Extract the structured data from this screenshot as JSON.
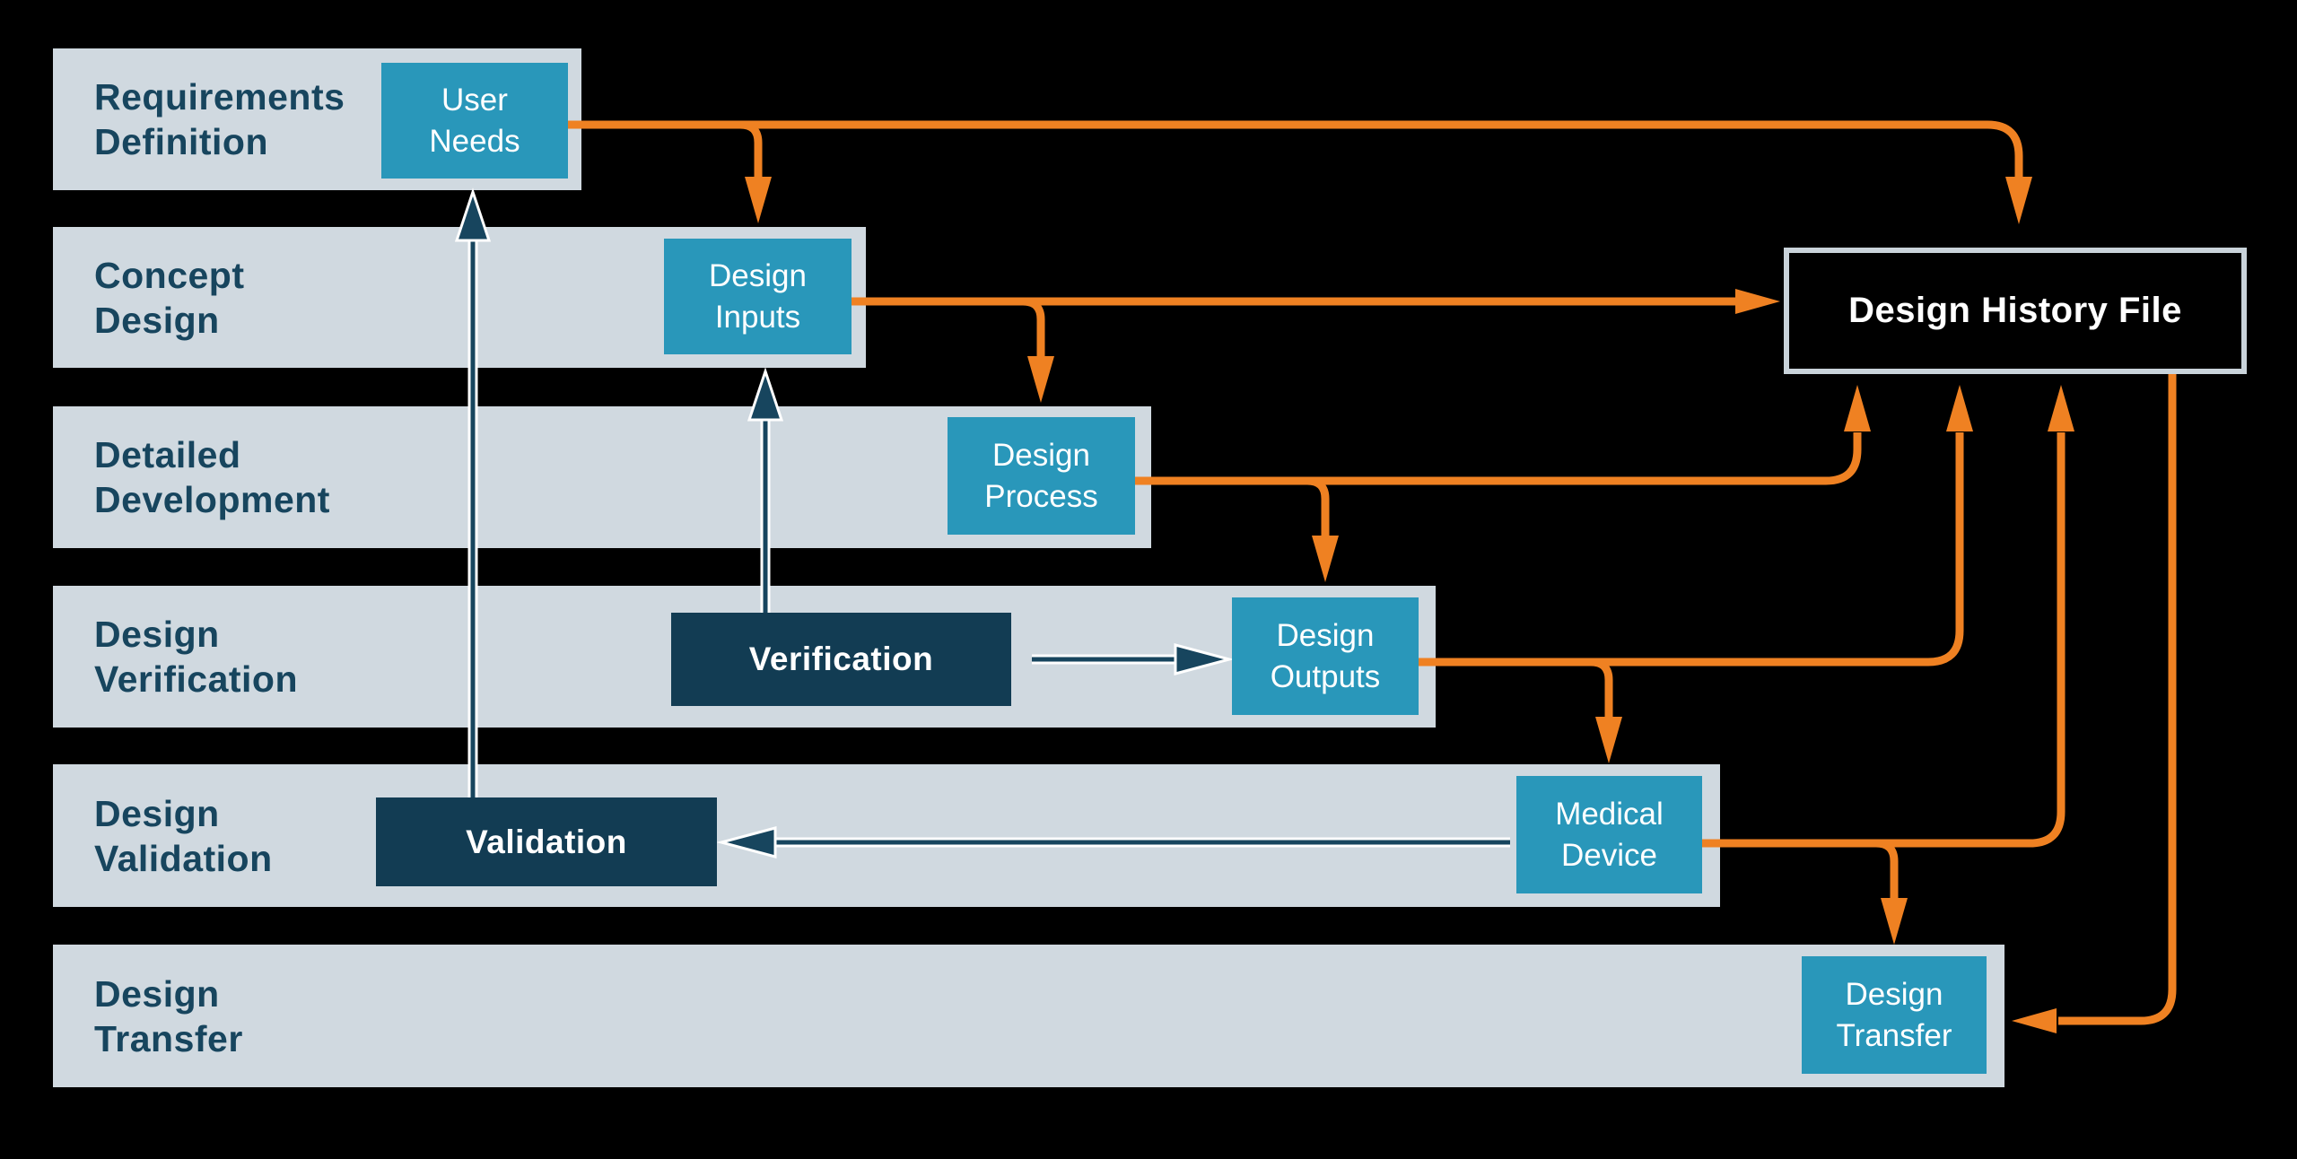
{
  "colors": {
    "background": "#000000",
    "row_bar": "#D0D9E0",
    "stage_box": "#2997BA",
    "process_box": "#123C53",
    "label_text": "#17455E",
    "arrow_orange": "#EF8122",
    "arrow_navy": "#17455E",
    "dhf_border": "#C9D3DA",
    "dhf_background": "#000000",
    "box_text": "#FFFFFF"
  },
  "rows": [
    {
      "label": "Requirements\nDefinition",
      "stage": "User\nNeeds"
    },
    {
      "label": "Concept\nDesign",
      "stage": "Design\nInputs"
    },
    {
      "label": "Detailed\nDevelopment",
      "stage": "Design\nProcess"
    },
    {
      "label": "Design\nVerification",
      "stage": "Design\nOutputs"
    },
    {
      "label": "Design\nValidation",
      "stage": "Medical\nDevice"
    },
    {
      "label": "Design\nTransfer",
      "stage": "Design\nTransfer"
    }
  ],
  "process_boxes": {
    "verification": "Verification",
    "validation": "Validation"
  },
  "dhf": {
    "label": "Design History File"
  }
}
